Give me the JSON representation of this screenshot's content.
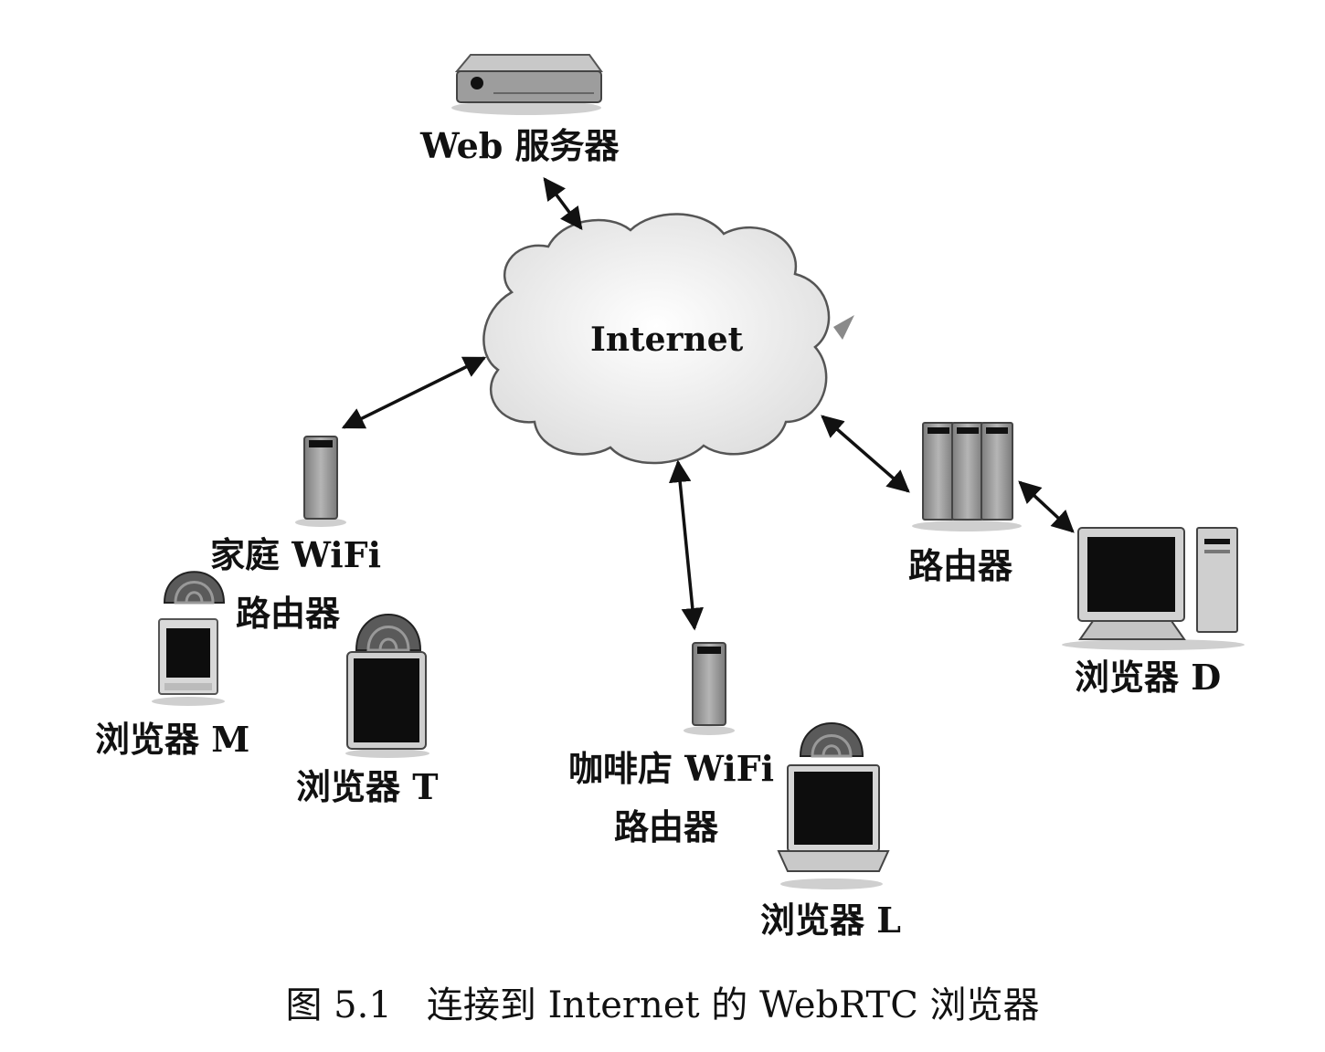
{
  "diagram": {
    "nodes": {
      "web_server": "Web 服务器",
      "internet": "Internet",
      "home_router": [
        "家庭 WiFi",
        "路由器"
      ],
      "cafe_router": [
        "咖啡店 WiFi",
        "路由器"
      ],
      "router": "路由器",
      "browser_m": "浏览器 M",
      "browser_t": "浏览器 T",
      "browser_l": "浏览器 L",
      "browser_d": "浏览器 D"
    },
    "edges": [
      {
        "from": "web_server",
        "to": "internet",
        "bidirectional": true
      },
      {
        "from": "home_router",
        "to": "internet",
        "bidirectional": true
      },
      {
        "from": "cafe_router",
        "to": "internet",
        "bidirectional": true
      },
      {
        "from": "router",
        "to": "internet",
        "bidirectional": true
      },
      {
        "from": "router",
        "to": "browser_d",
        "bidirectional": true
      }
    ],
    "caption": "图 5.1   连接到 Internet 的 WebRTC 浏览器"
  },
  "colors": {
    "ink": "#111111",
    "device_gray": "#9a9a9a",
    "screen_black": "#0d0d0d",
    "cloud_fill": "#f1f1f1"
  }
}
